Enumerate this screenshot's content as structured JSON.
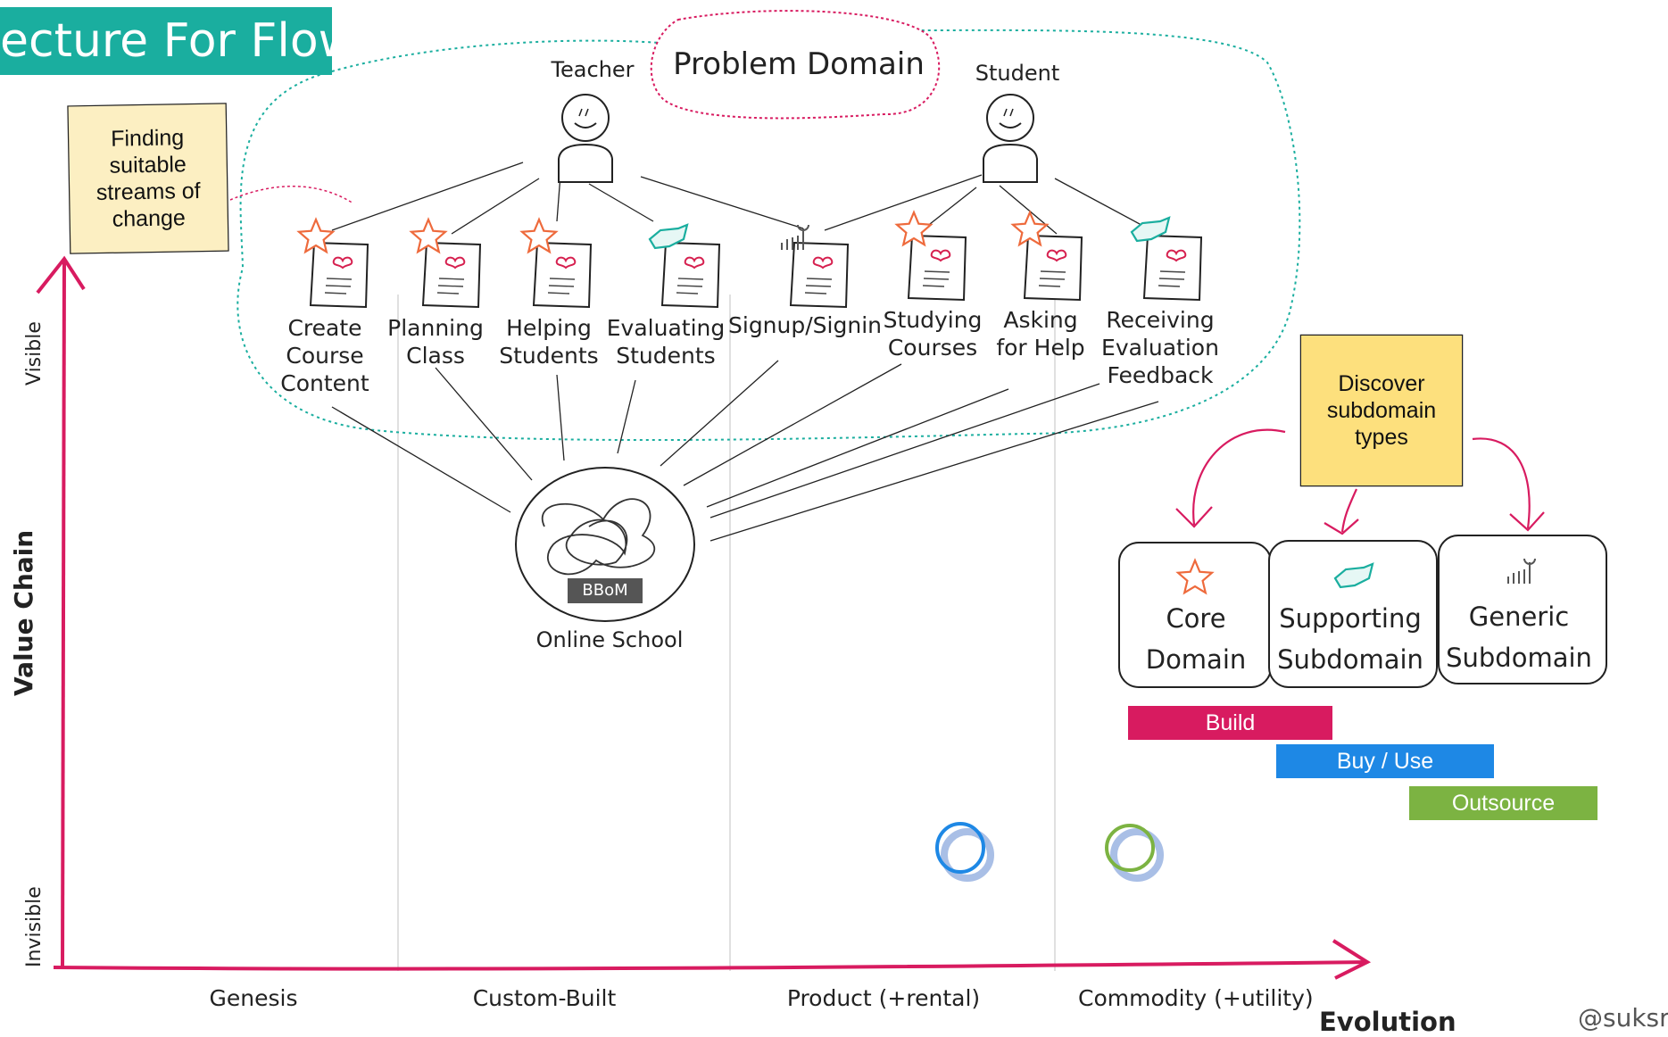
{
  "title": "ecture For Flow",
  "problem_domain": "Problem Domain",
  "roles": {
    "teacher": "Teacher",
    "student": "Student"
  },
  "stickies": {
    "finding": "Finding\nsuitable\nstreams of\nchange",
    "discover": "Discover\nsubdomain\ntypes"
  },
  "capabilities": [
    {
      "label": "Create\nCourse\nContent",
      "icon": "star-icon"
    },
    {
      "label": "Planning\nClass",
      "icon": "star-icon"
    },
    {
      "label": "Helping\nStudents",
      "icon": "star-icon"
    },
    {
      "label": "Evaluating\nStudents",
      "icon": "handshake-icon"
    },
    {
      "label": "Signup/Signin",
      "icon": "tools-icon"
    },
    {
      "label": "Studying\nCourses",
      "icon": "star-icon"
    },
    {
      "label": "Asking\nfor Help",
      "icon": "star-icon"
    },
    {
      "label": "Receiving\nEvaluation\nFeedback",
      "icon": "handshake-icon"
    }
  ],
  "bbom": {
    "badge": "BBoM",
    "label": "Online School"
  },
  "subdomain_types": [
    {
      "label": "Core\nDomain",
      "icon": "star-icon"
    },
    {
      "label": "Supporting\nSubdomain",
      "icon": "handshake-icon"
    },
    {
      "label": "Generic\nSubdomain",
      "icon": "tools-icon"
    }
  ],
  "strategies": [
    {
      "label": "Build",
      "color": "#d81b60"
    },
    {
      "label": "Buy / Use",
      "color": "#1e88e5"
    },
    {
      "label": "Outsource",
      "color": "#7cb342"
    }
  ],
  "axes": {
    "y_title": "Value Chain",
    "y_top": "Visible",
    "y_bottom": "Invisible",
    "x_title": "Evolution",
    "x_stages": [
      "Genesis",
      "Custom-Built",
      "Product (+rental)",
      "Commodity (+utility)"
    ]
  },
  "handle": "@suksr",
  "colors": {
    "teal": "#1aae9f",
    "crimson": "#d81b60",
    "blue": "#1e88e5",
    "green": "#7cb342",
    "star": "#ee6a3c"
  }
}
